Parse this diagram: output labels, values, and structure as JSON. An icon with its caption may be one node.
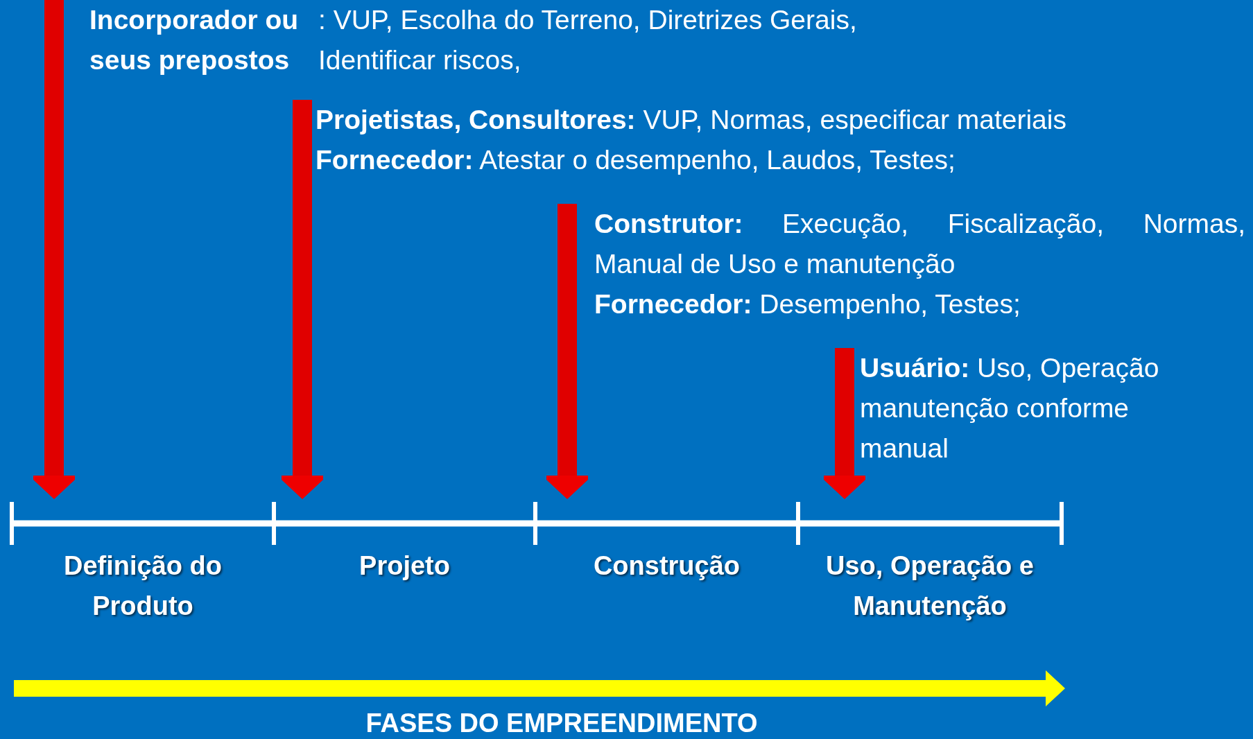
{
  "diagram": {
    "nodes": [
      {
        "text": [
          "Incorporador ou seus prepostos",
          ": VUP, Escolha do Terreno, Diretrizes Gerais, Identificar  riscos,"
        ]
      },
      {
        "text": [
          "**Projetistas, Consultores:** VUP, Normas, especificar materiais",
          "**Fornecedor:** Atestar o desempenho, Laudos, Testes;"
        ]
      },
      {
        "text": [
          "**Construtor:** Execução, Fiscalização, Normas, Manual de Uso e manutenção",
          "**Fornecedor:** Desempenho, Testes;"
        ]
      },
      {
        "text": [
          "**Usuário:** Uso, Operação manutenção conforme manual"
        ]
      },
      {
        "text": [
          "Definição do Produto"
        ]
      },
      {
        "text": [
          "Projeto"
        ]
      },
      {
        "text": [
          "Construção"
        ]
      },
      {
        "text": [
          "Uso, Operação e Manutenção"
        ]
      }
    ],
    "edges": [
      {
        "from": 0,
        "to": 4,
        "arrow": "to"
      },
      {
        "from": 1,
        "to": 5,
        "arrow": "to"
      },
      {
        "from": 2,
        "to": 6,
        "arrow": "to"
      },
      {
        "from": 3,
        "to": 7,
        "arrow": "to"
      }
    ],
    "labels": [
      "FASES DO EMPREENDIMENTO"
    ]
  }
}
